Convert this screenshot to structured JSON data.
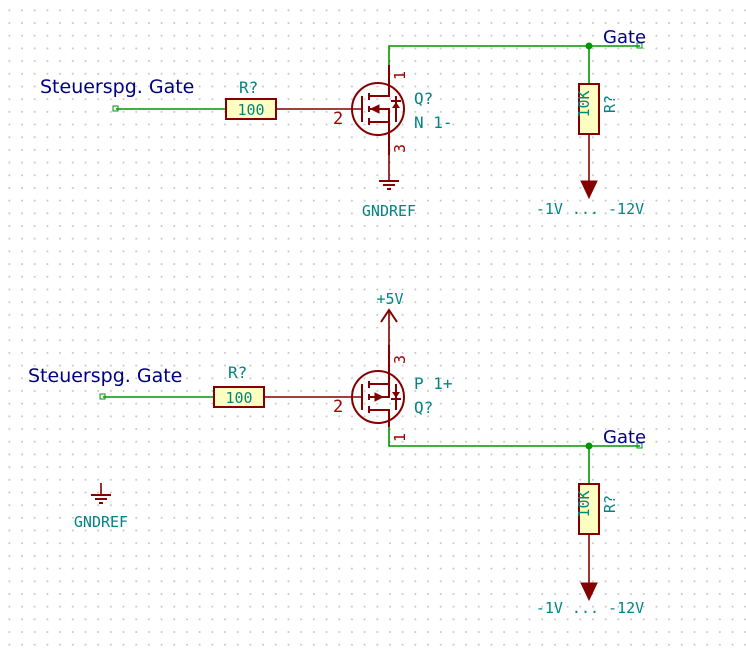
{
  "colors": {
    "wire": "#009600",
    "component": "#840000",
    "component_body": "#ffffc2",
    "label": "#008484",
    "net_label": "#000084",
    "pin_number": "#a00000",
    "grid": "#c8c8c8"
  },
  "top": {
    "input_label": "Steuerspg. Gate",
    "resistor_ref": "R?",
    "resistor_value": "100",
    "pin_gate": "2",
    "pin_drain": "1",
    "pin_source": "3",
    "transistor_ref": "Q?",
    "transistor_value": "N 1-",
    "gnd_label": "GNDREF",
    "output_label": "Gate",
    "pulldown_value": "10K",
    "pulldown_ref": "R?",
    "supply_label": "-1V ... -12V"
  },
  "bottom": {
    "input_label": "Steuerspg. Gate",
    "resistor_ref": "R?",
    "resistor_value": "100",
    "pin_gate": "2",
    "pin_drain": "1",
    "pin_source": "3",
    "transistor_ref": "Q?",
    "transistor_value": "P 1+",
    "vcc_label": "+5V",
    "output_label": "Gate",
    "pulldown_value": "10K",
    "pulldown_ref": "R?",
    "supply_label": "-1V ... -12V",
    "gnd_label": "GNDREF"
  }
}
